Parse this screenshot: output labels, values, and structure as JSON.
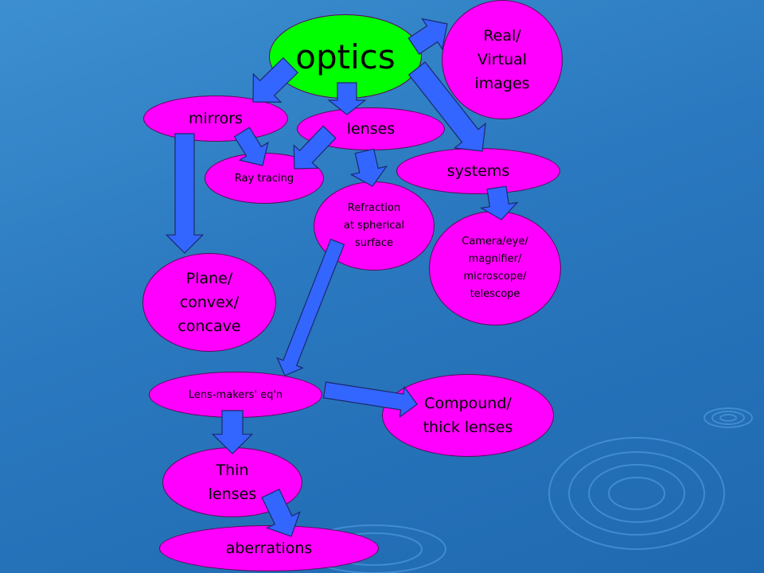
{
  "colors": {
    "background": "#2a78bf",
    "node": "#ff00ff",
    "root": "#00ff00",
    "arrow": "#3366ff"
  },
  "nodes": {
    "optics": "optics",
    "real_virtual": "Real/\nVirtual\nimages",
    "mirrors": "mirrors",
    "lenses": "lenses",
    "systems": "systems",
    "ray_tracing": "Ray tracing",
    "refraction": "Refraction\nat spherical\nsurface",
    "camera": "Camera/eye/\nmagnifier/\nmicroscope/\ntelescope",
    "plane": "Plane/\nconvex/\nconcave",
    "lens_makers": "Lens-makers' eq'n",
    "compound": "Compound/\nthick lenses",
    "thin": "Thin\nlenses",
    "aberrations": "aberrations"
  }
}
